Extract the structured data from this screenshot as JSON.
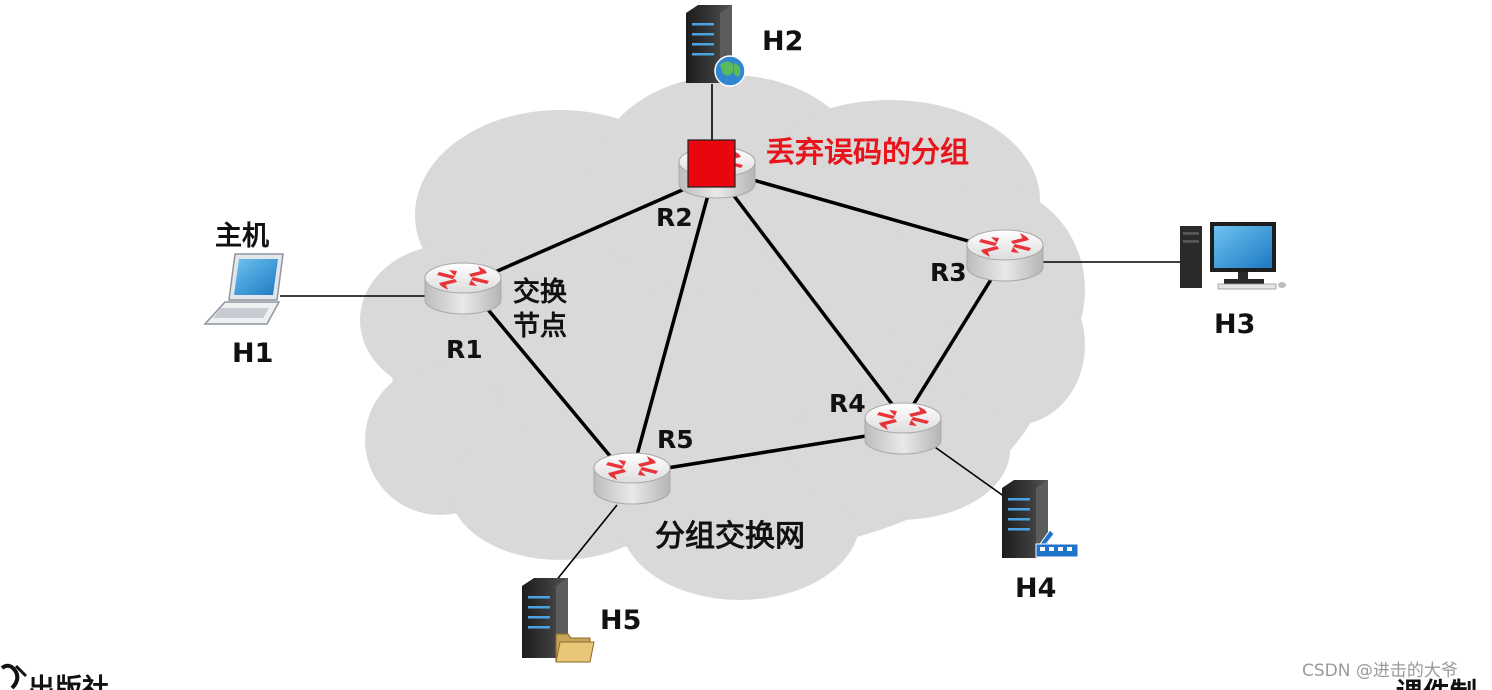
{
  "diagram": {
    "cloud_label": "分组交换网",
    "node_label": "交换\n节点",
    "host_caption": "主机",
    "drop_label": "丢弃误码的分组",
    "routers": [
      {
        "id": "R1",
        "label": "R1"
      },
      {
        "id": "R2",
        "label": "R2"
      },
      {
        "id": "R3",
        "label": "R3"
      },
      {
        "id": "R4",
        "label": "R4"
      },
      {
        "id": "R5",
        "label": "R5"
      }
    ],
    "hosts": [
      {
        "id": "H1",
        "label": "H1",
        "kind": "laptop"
      },
      {
        "id": "H2",
        "label": "H2",
        "kind": "server-globe"
      },
      {
        "id": "H3",
        "label": "H3",
        "kind": "desktop"
      },
      {
        "id": "H4",
        "label": "H4",
        "kind": "server-film"
      },
      {
        "id": "H5",
        "label": "H5",
        "kind": "server-folder"
      }
    ],
    "links": [
      [
        "R1",
        "R2"
      ],
      [
        "R1",
        "R5"
      ],
      [
        "R2",
        "R5"
      ],
      [
        "R2",
        "R3"
      ],
      [
        "R2",
        "R4"
      ],
      [
        "R3",
        "R4"
      ],
      [
        "R4",
        "R5"
      ],
      [
        "H1",
        "R1"
      ],
      [
        "H2",
        "R2"
      ],
      [
        "H3",
        "R3"
      ],
      [
        "H4",
        "R4"
      ],
      [
        "H5",
        "R5"
      ]
    ]
  },
  "colors": {
    "cloud": "#d9d9d9",
    "drop_marker": "#e8070e",
    "drop_text": "#e8141b",
    "router_arrow": "#e8333a"
  },
  "watermark": "CSDN @进击的大爷",
  "corner_left": "出版社",
  "corner_right": "课件制"
}
